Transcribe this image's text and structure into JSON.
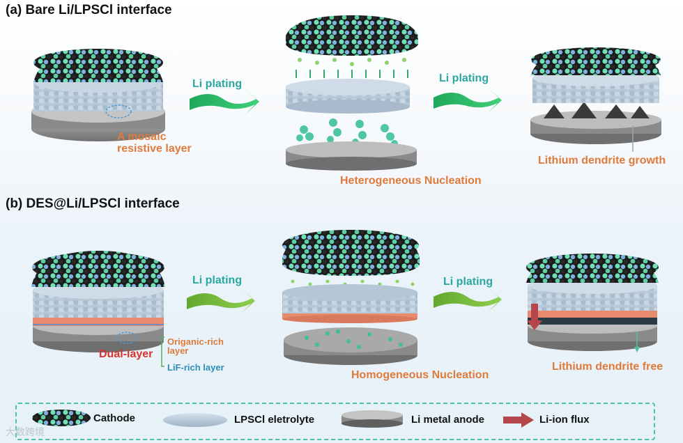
{
  "panel_a": {
    "title": "(a)  Bare Li/LPSCl interface",
    "plating_1": "Li plating",
    "plating_2": "Li plating",
    "annotation_layer": "A mosaic\nresistive layer",
    "nucleation": "Heterogeneous Nucleation",
    "result": "Lithium dendrite growth"
  },
  "panel_b": {
    "title": "(b)  DES@Li/LPSCl interface",
    "plating_1": "Li plating",
    "plating_2": "Li plating",
    "dual_layer": "Dual-layer",
    "organic_layer": "Origanic-rich\nlayer",
    "lif_layer": "LiF-rich layer",
    "nucleation": "Homogeneous Nucleation",
    "result": "Lithium dendrite free"
  },
  "legend": {
    "items": [
      {
        "label": "Cathode",
        "icon": "cathode-icon"
      },
      {
        "label": "LPSCl eletrolyte",
        "icon": "electrolyte-icon"
      },
      {
        "label": "Li metal anode",
        "icon": "anode-icon"
      },
      {
        "label": "Li-ion flux",
        "icon": "ion-flux-arrow-icon"
      }
    ]
  },
  "watermark": "大数跨境",
  "colors": {
    "cathode_green": "#6fe0b8",
    "cathode_black": "#1a1a1a",
    "cathode_blue": "#7fb2de",
    "electrolyte": "#b8c9d8",
    "anode": "#8f8f8f",
    "arrow_green_a": "#2dbf5a",
    "arrow_green_b": "#7dc242",
    "orange": "#e07a3b",
    "red": "#d9332b"
  }
}
